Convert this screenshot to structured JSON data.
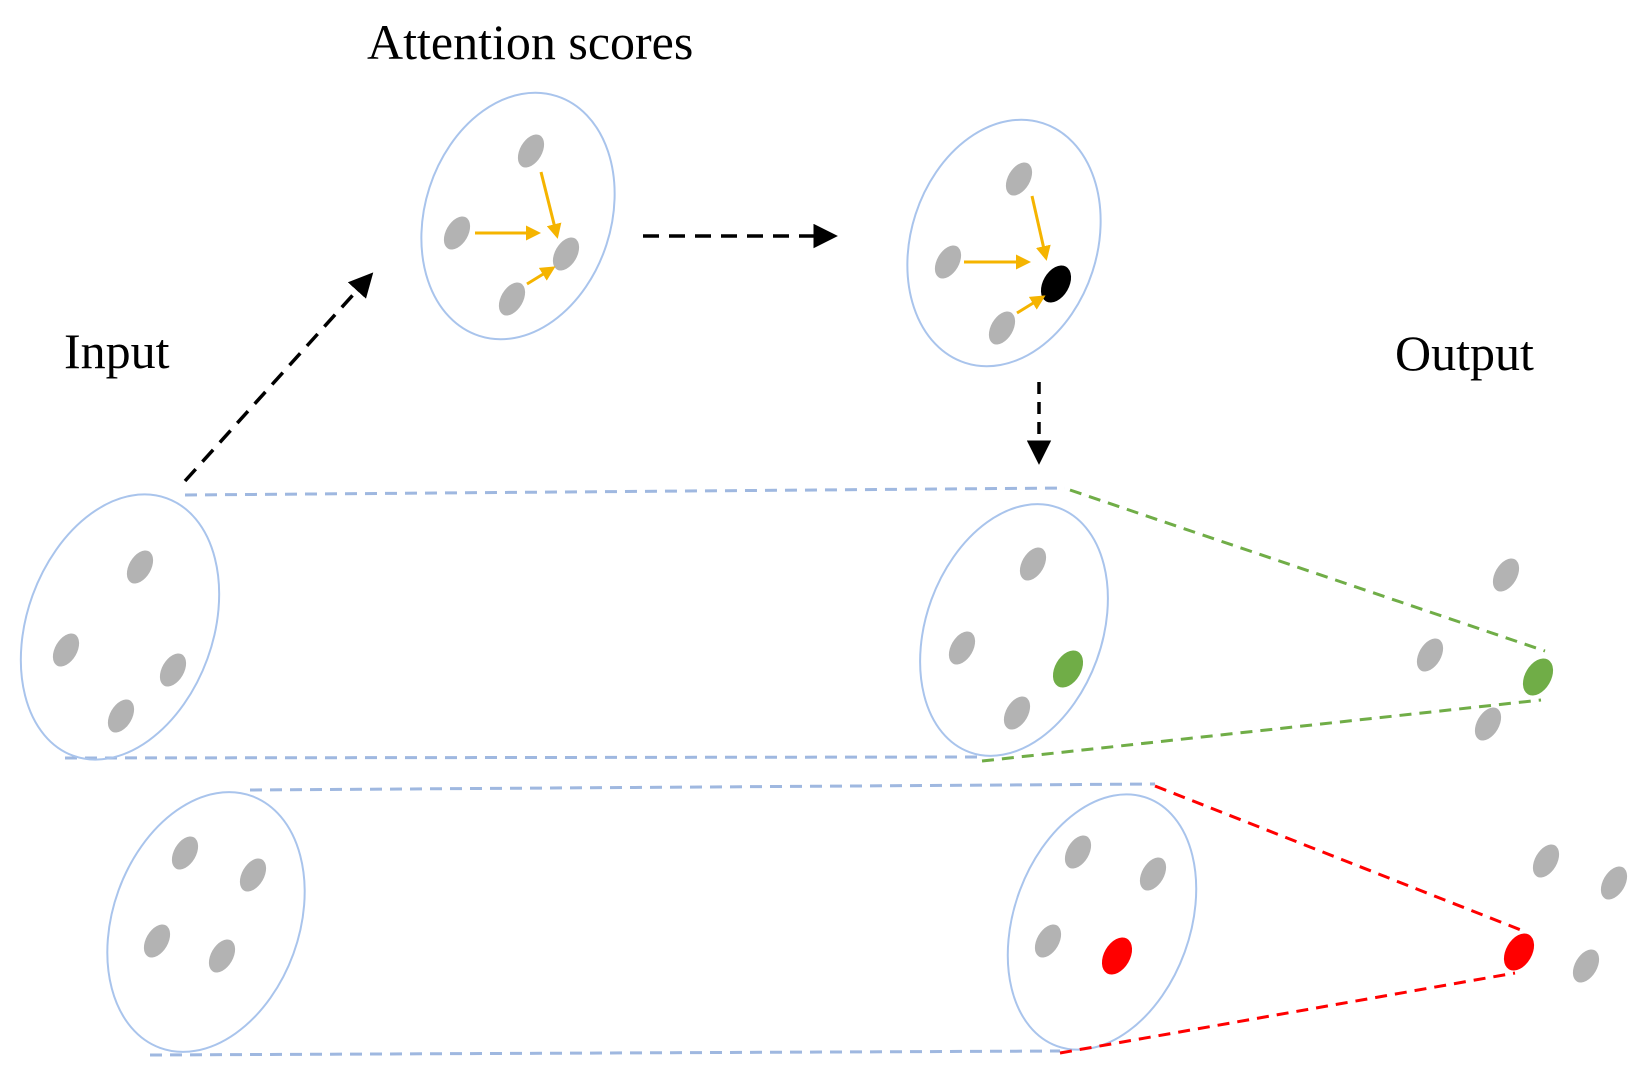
{
  "labels": {
    "attention": "Attention scores",
    "input": "Input",
    "output": "Output"
  },
  "colors": {
    "node_gray": "#b3b3b3",
    "ring_blue": "#a9c4ec",
    "dash_blue": "#9fb8e0",
    "arrow_orange": "#f5b400",
    "flow_black": "#000000",
    "attended_node": "#000000",
    "green_path": "#70ad47",
    "red_path": "#ff0000"
  },
  "icons": {
    "gray_node": "gray-node-icon",
    "attention_arrow": "orange-arrow-icon",
    "flow_arrow": "dashed-arrow-icon"
  }
}
